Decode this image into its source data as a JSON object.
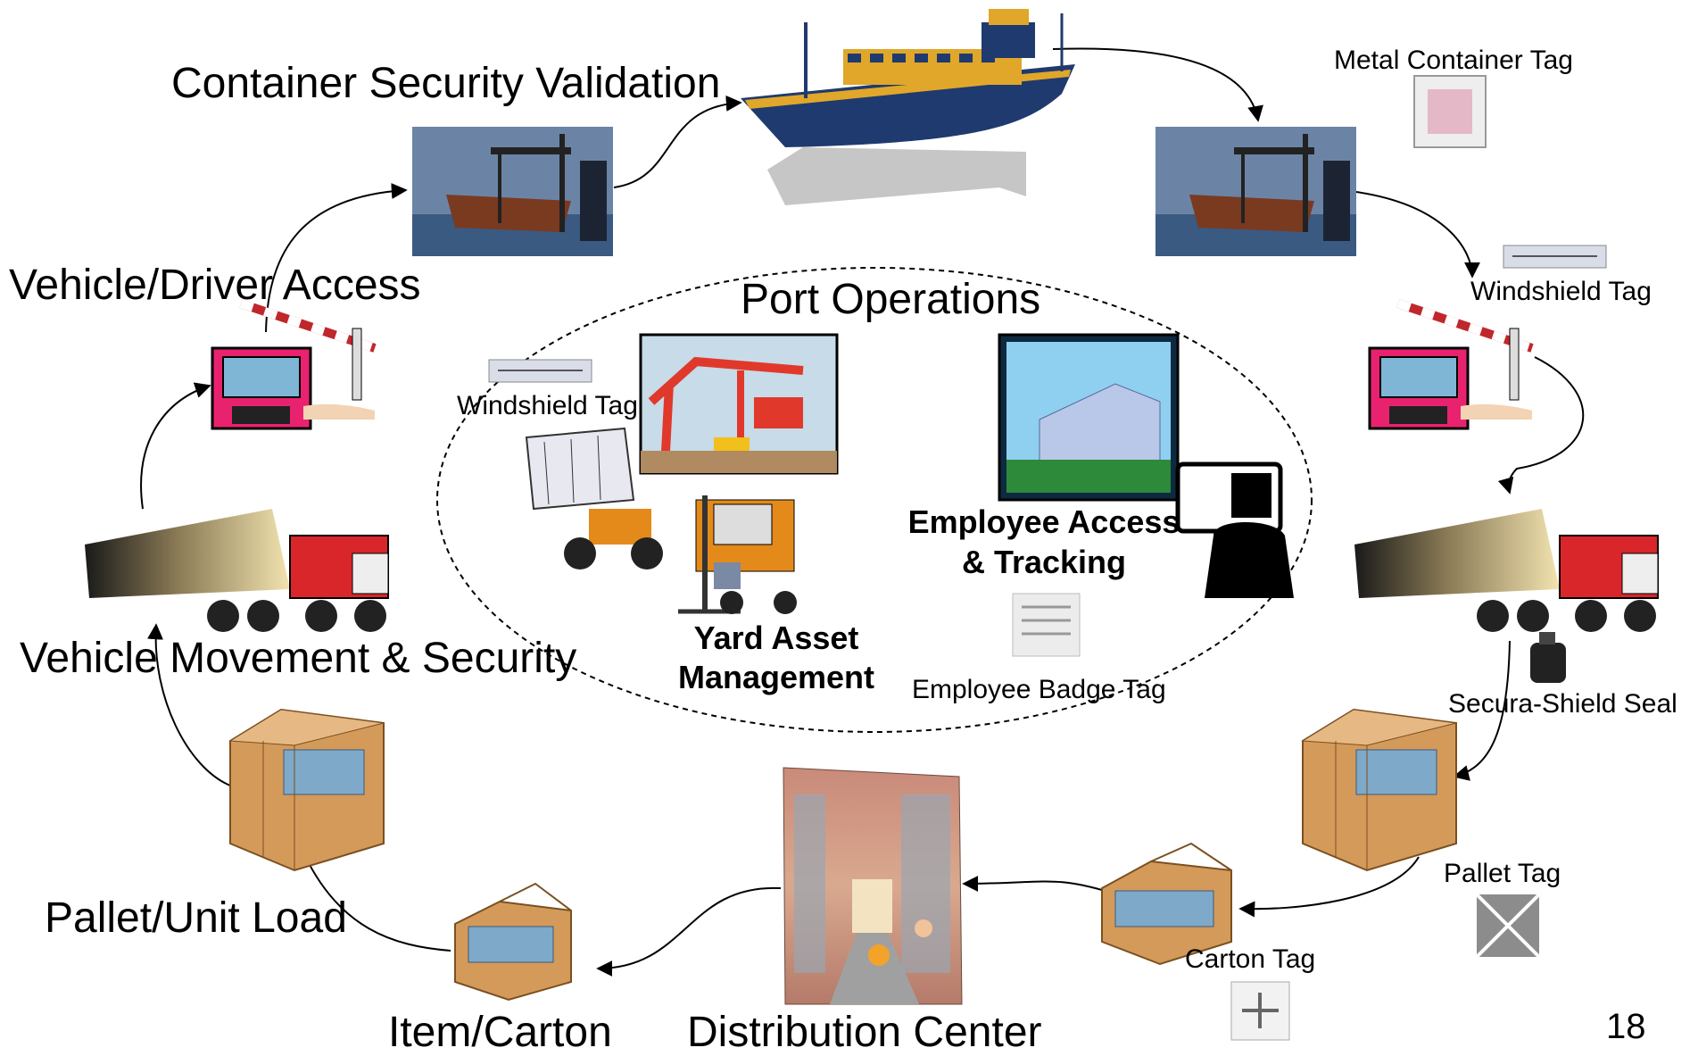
{
  "title": "Port Operations",
  "page_number": "18",
  "stages": {
    "container_security": "Container Security Validation",
    "vehicle_driver_access": "Vehicle/Driver Access",
    "vehicle_movement": "Vehicle Movement & Security",
    "pallet_unit_load": "Pallet/Unit Load",
    "item_carton": "Item/Carton",
    "distribution_center": "Distribution Center"
  },
  "port_ops": {
    "yard_asset_line1": "Yard Asset",
    "yard_asset_line2": "Management",
    "employee_access_line1": "Employee Access",
    "employee_access_line2": "& Tracking"
  },
  "tags": {
    "metal_container": "Metal Container Tag",
    "windshield_right": "Windshield Tag",
    "windshield_center": "Windshield Tag",
    "secura_shield": "Secura-Shield Seal",
    "pallet": "Pallet Tag",
    "carton": "Carton Tag",
    "employee_badge": "Employee Badge Tag"
  }
}
